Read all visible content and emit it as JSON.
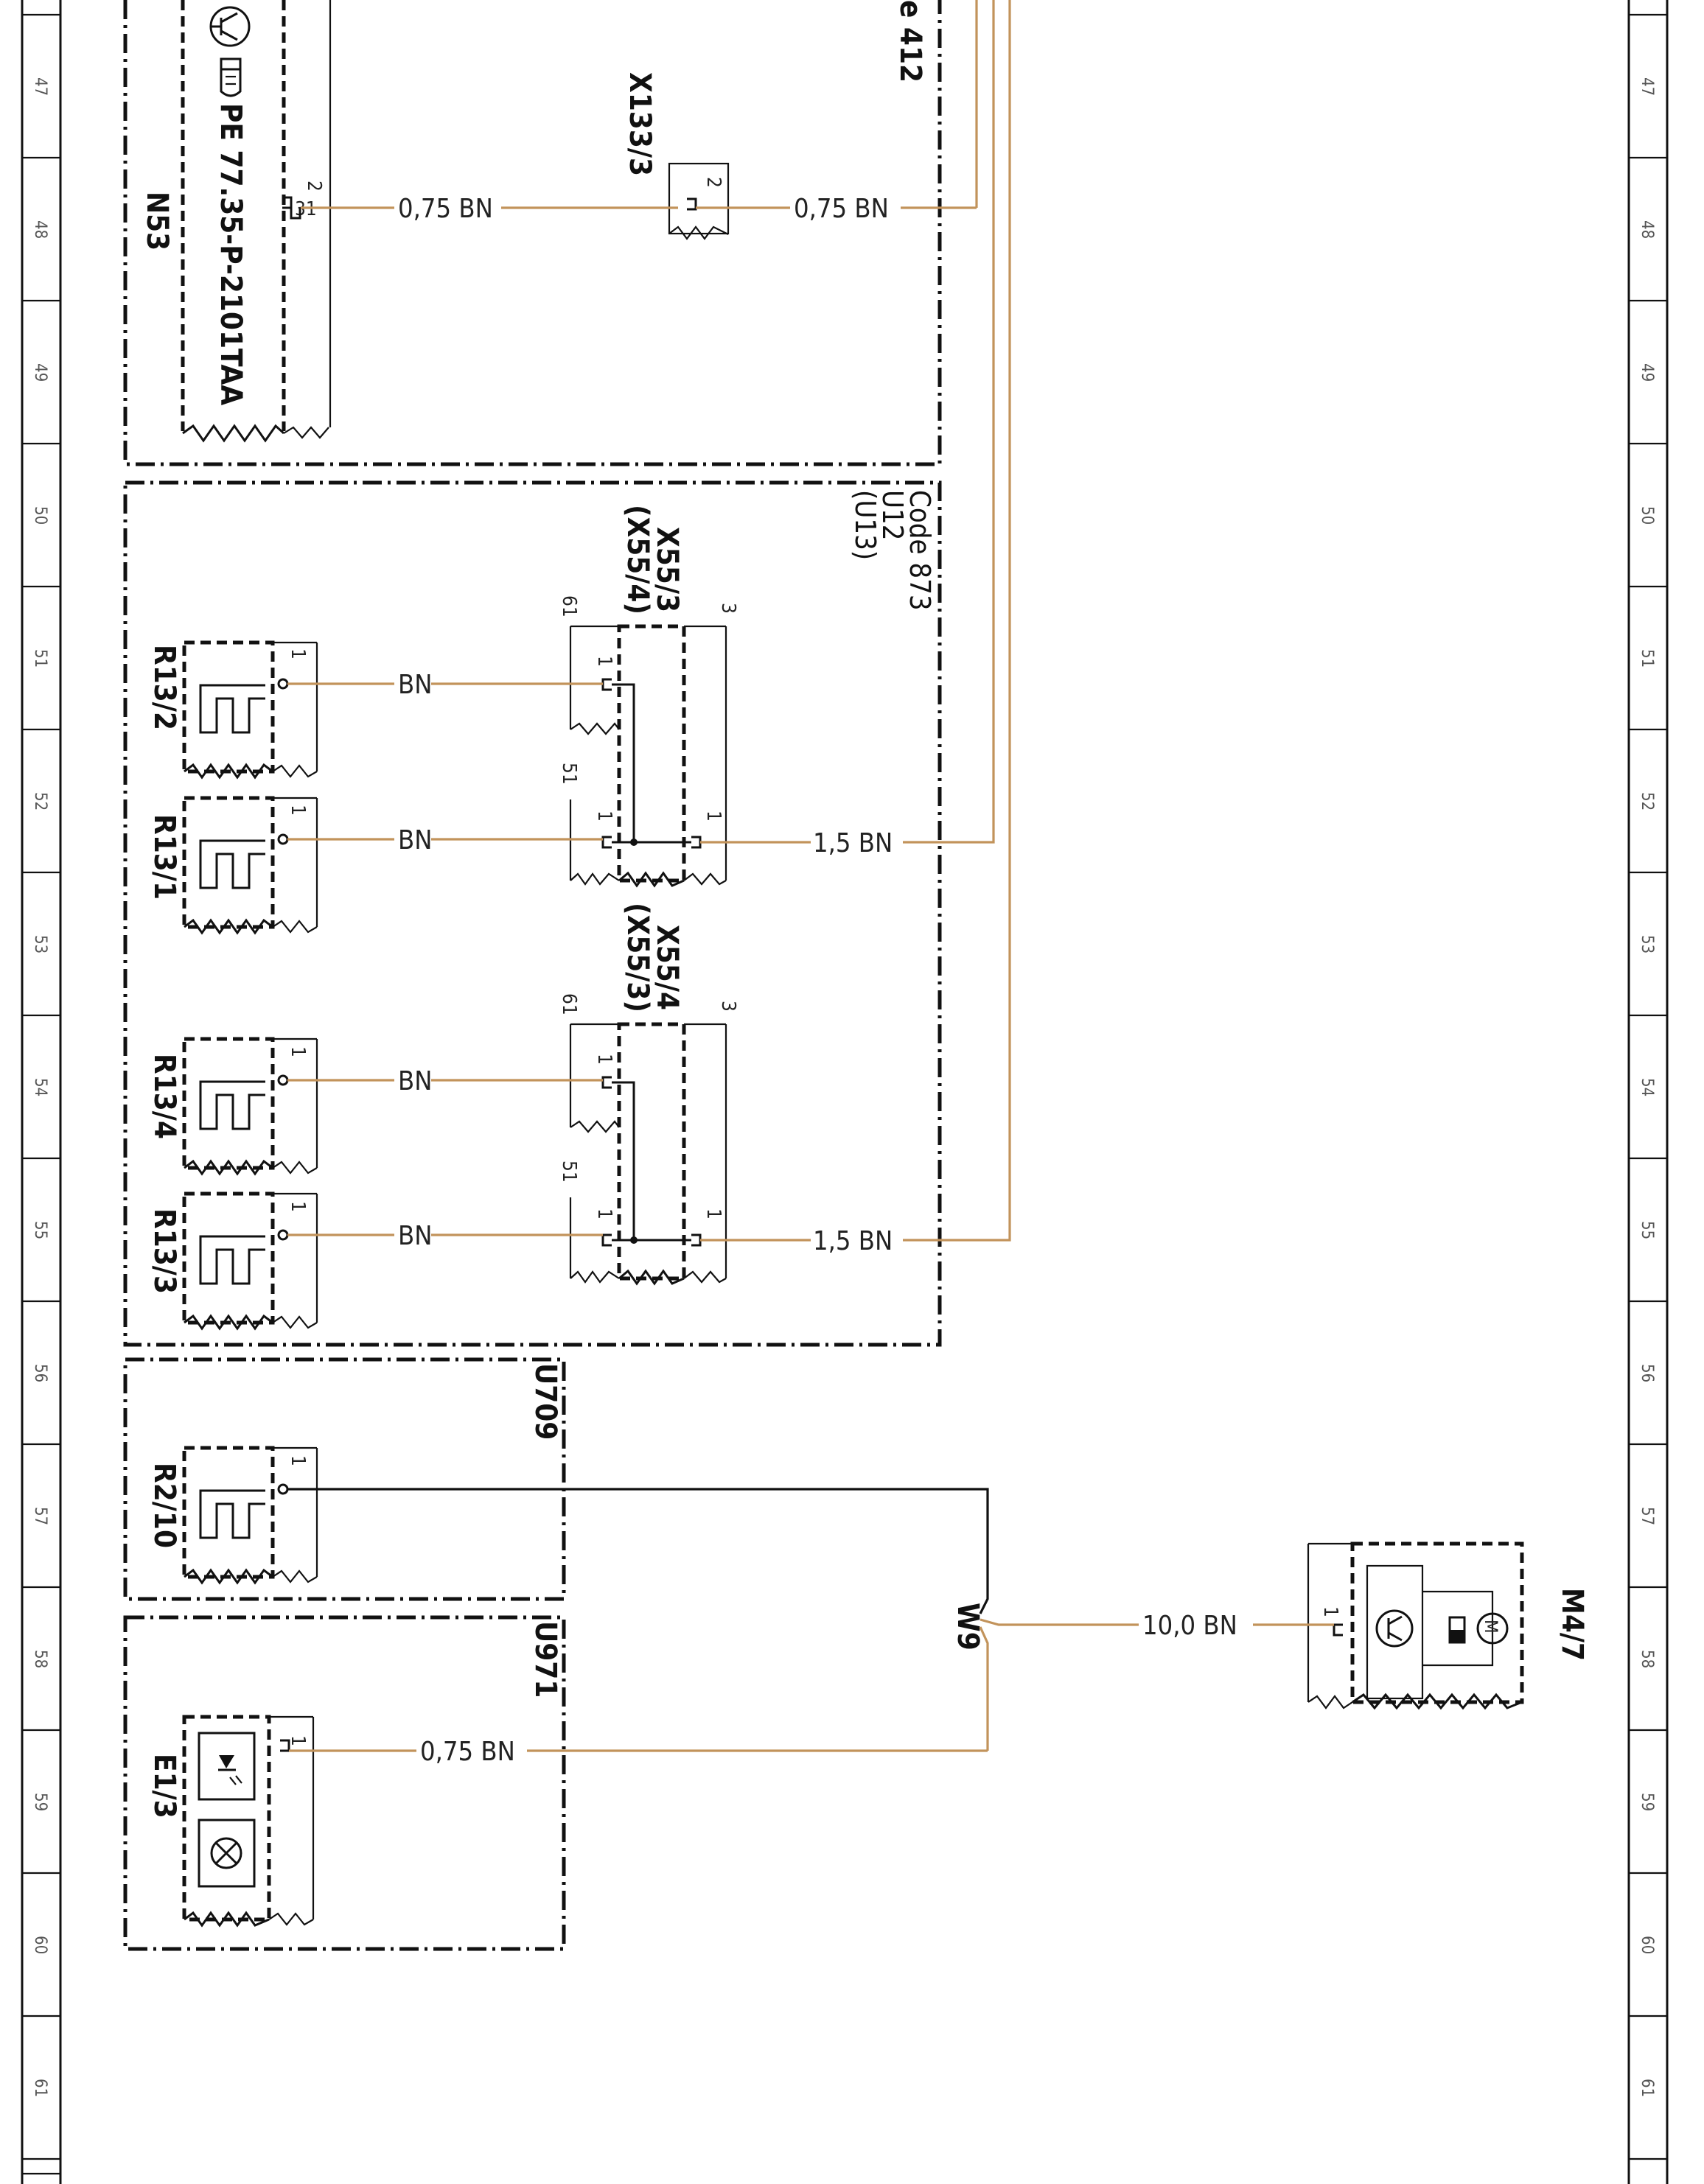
{
  "ruler": {
    "numbers": [
      "47",
      "48",
      "49",
      "50",
      "51",
      "52",
      "53",
      "54",
      "55",
      "56",
      "57",
      "58",
      "59",
      "60",
      "61"
    ]
  },
  "components": {
    "n53": {
      "ref": "N53",
      "note": "PE 77.35-P-2101TAA"
    },
    "x133_3": {
      "ref": "X133/3"
    },
    "code412": {
      "text": "e 412"
    },
    "code873": {
      "line1": "Code 873",
      "line2": "U12",
      "line3": "(U13)"
    },
    "x55_3": {
      "ref": "X55/3",
      "alt": "(X55/4)"
    },
    "x55_4": {
      "ref": "X55/4",
      "alt": "(X55/3)"
    },
    "r13_2": {
      "ref": "R13/2"
    },
    "r13_1": {
      "ref": "R13/1"
    },
    "r13_4": {
      "ref": "R13/4"
    },
    "r13_3": {
      "ref": "R13/3"
    },
    "u709": {
      "text": "U709"
    },
    "r2_10": {
      "ref": "R2/10"
    },
    "u971": {
      "text": "U971"
    },
    "e1_3": {
      "ref": "E1/3"
    },
    "w9": {
      "ref": "W9"
    },
    "m4_7": {
      "ref": "M4/7"
    }
  },
  "pins": {
    "n53_pin": "2",
    "n53_pin2": "31",
    "x133_pin": "2",
    "x55_3_61": "61",
    "x55_3_3": "3",
    "x55_3_51": "51",
    "x55_4_61": "61",
    "x55_4_3": "3",
    "x55_4_51": "51",
    "one": "1"
  },
  "wires": {
    "n53_x133": "0,75 BN",
    "x133_out": "0,75 BN",
    "r13_2": "BN",
    "r13_1": "BN",
    "x55_3_out": "1,5 BN",
    "r13_4": "BN",
    "r13_3": "BN",
    "x55_4_out": "1,5 BN",
    "e1_3": "0,75 BN",
    "m4_7": "10,0 BN"
  },
  "colors": {
    "wire_brown": "#c2935b",
    "line": "#111111"
  }
}
